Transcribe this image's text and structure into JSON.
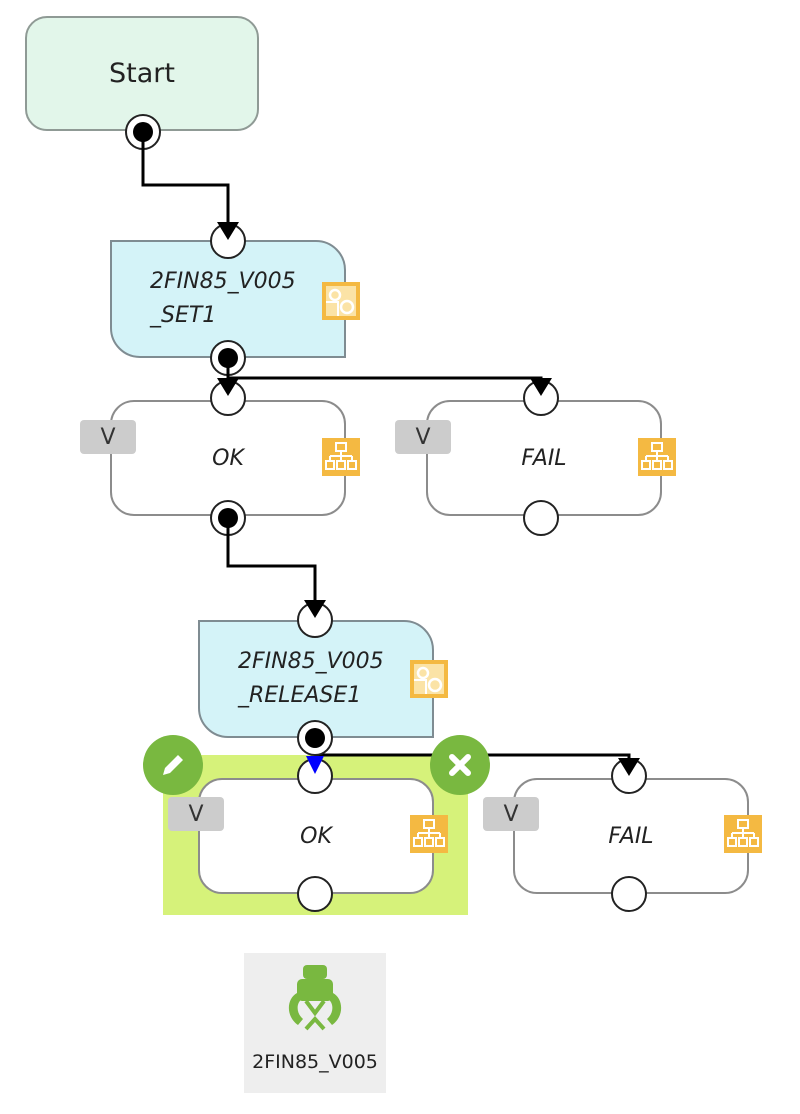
{
  "start": {
    "label": "Start"
  },
  "actions": [
    {
      "line1": "2FIN85_V005",
      "line2": "_SET1"
    },
    {
      "line1": "2FIN85_V005",
      "line2": "_RELEASE1"
    }
  ],
  "outcomes": [
    {
      "label": "OK",
      "badge": "V"
    },
    {
      "label": "FAIL",
      "badge": "V"
    },
    {
      "label": "OK",
      "badge": "V"
    },
    {
      "label": "FAIL",
      "badge": "V"
    }
  ],
  "palette": {
    "label": "2FIN85_V005",
    "icon": "gripper-icon"
  },
  "colors": {
    "start_fill": "#e2f6ea",
    "action_fill": "#d4f3f8",
    "selection": "#d6f27a",
    "icon_orange": "#f4b942",
    "button_green": "#79b840",
    "wire": "#000000",
    "wire_selected": "#0000ff"
  }
}
